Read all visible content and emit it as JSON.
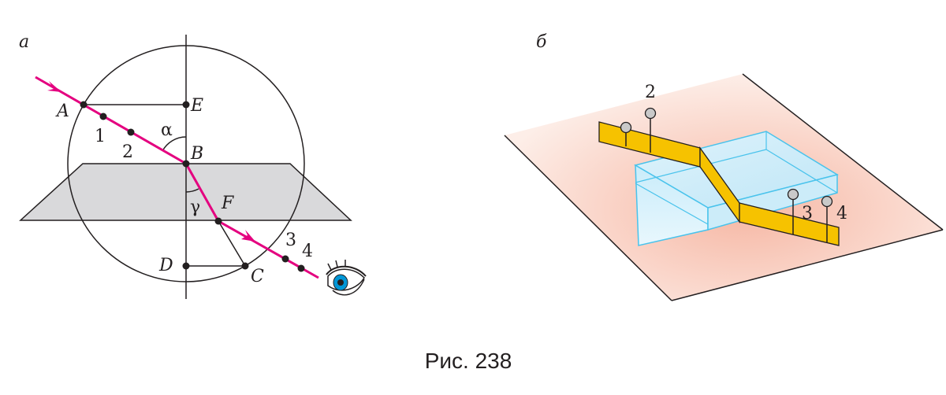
{
  "panel_a": {
    "label": "а",
    "points": {
      "A": "A",
      "B": "B",
      "C": "C",
      "D": "D",
      "E": "E",
      "F": "F"
    },
    "pins": {
      "p1": "1",
      "p2": "2",
      "p3": "3",
      "p4": "4"
    },
    "angles": {
      "alpha": "α",
      "gamma": "γ"
    },
    "colors": {
      "ray": "#e4007f",
      "glass": "#d9d9db",
      "eye": "#0096d6"
    }
  },
  "panel_b": {
    "label": "б",
    "pins": {
      "p2": "2",
      "p3": "3",
      "p4": "4"
    },
    "colors": {
      "strip": "#f6c200",
      "block": "#49c3ec",
      "sheet": "#f7b9a6"
    }
  },
  "caption": "Рис. 238"
}
